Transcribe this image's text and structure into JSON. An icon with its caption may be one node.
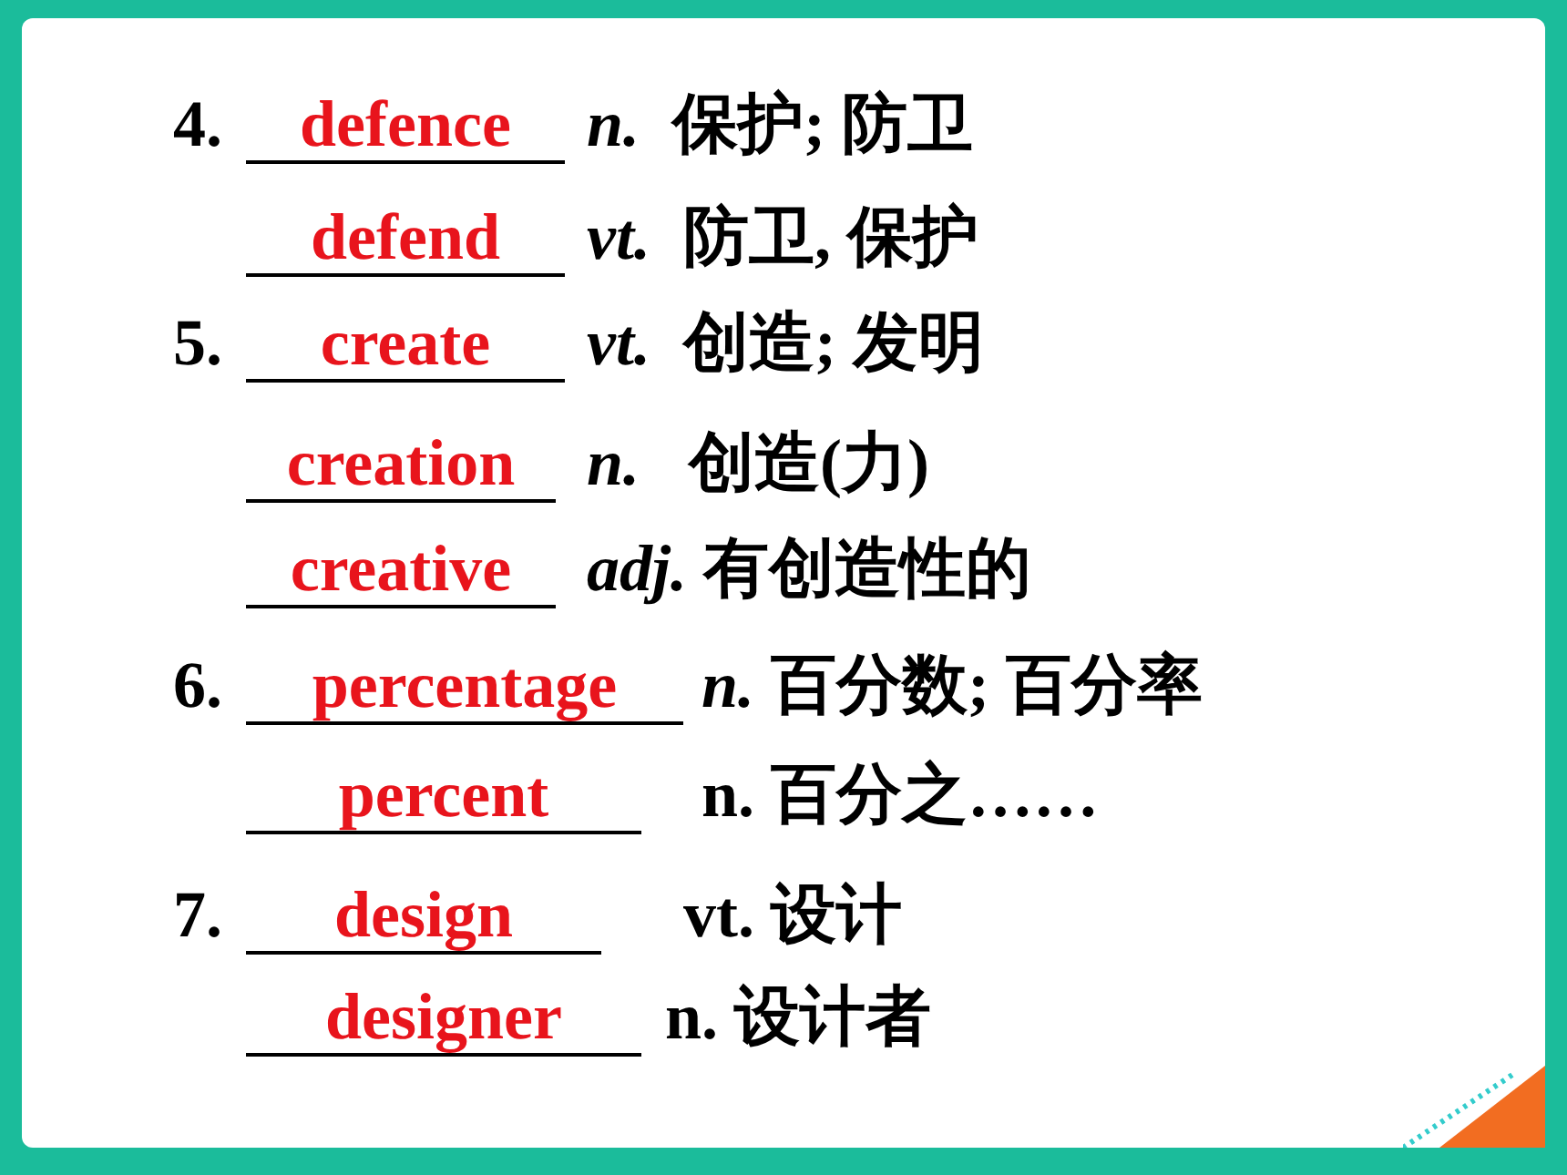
{
  "diagram": {
    "labels": [
      "4.",
      "defence",
      "*n.*  保护; 防卫",
      "defend",
      "*vt.*  防卫, 保护",
      "5.",
      "create",
      "*vt.*  创造; 发明",
      "creation",
      "*n.*   创造(力)",
      "creative",
      "*adj.* 有创造性的",
      "6.",
      "percentage",
      "*n.* 百分数; 百分率",
      "percent",
      "n. 百分之……",
      "7.",
      "design",
      "vt. 设计",
      "designer",
      "n. 设计者"
    ]
  }
}
